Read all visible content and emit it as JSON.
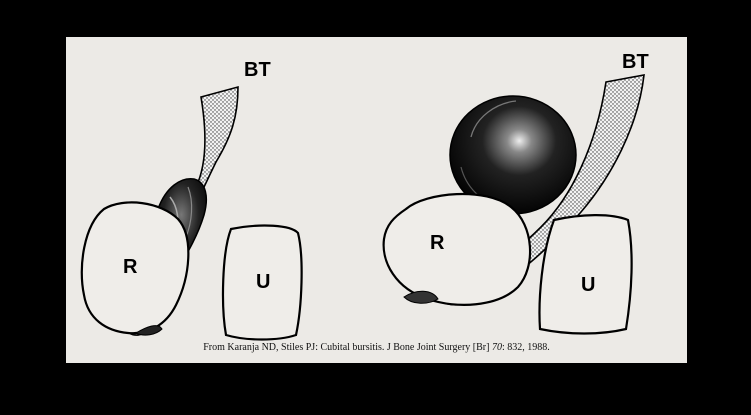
{
  "figure": {
    "labels": {
      "left_bt": "BT",
      "left_r": "R",
      "left_u": "U",
      "right_bt": "BT",
      "right_r": "R",
      "right_u": "U"
    },
    "caption": {
      "prefix": "From Karanja ND, Stiles PJ: Cubital bursitis. J Bone Joint Surgery [Br] ",
      "volume": "70",
      "suffix": ": 832, 1988."
    }
  }
}
